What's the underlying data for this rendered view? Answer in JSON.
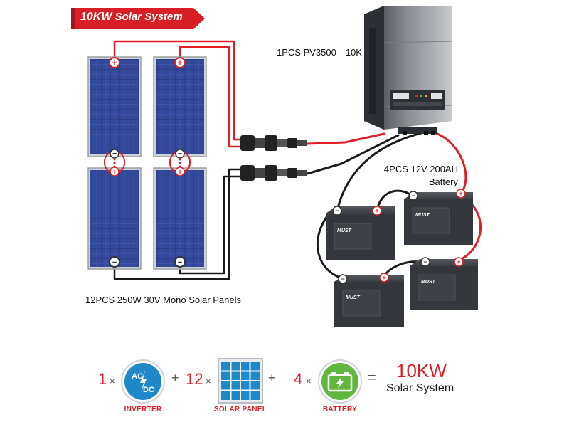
{
  "banner": {
    "title": "10KW",
    "subtitle": "Solar System"
  },
  "inverter": {
    "label": "1PCS PV3500---10K"
  },
  "battery_bank": {
    "label_line1": "4PCS 12V 200AH",
    "label_line2": "Battery",
    "brand": "MUST"
  },
  "panels": {
    "label": "12PCS 250W 30V Mono Solar Panels"
  },
  "formula": {
    "inverter": {
      "qty": "1",
      "times": "×",
      "caption": "INVERTER",
      "icon_text_top": "AC",
      "icon_text_bottom": "DC"
    },
    "plus1": "+",
    "panel": {
      "qty": "12",
      "times": "×",
      "caption": "SOLAR PANEL"
    },
    "plus2": "+",
    "battery": {
      "qty": "4",
      "times": "×",
      "caption": "BATTERY"
    },
    "equals": "=",
    "result_main": "10KW",
    "result_sub": "Solar System"
  },
  "colors": {
    "accent": "#e01e26",
    "banner": "#d81f26",
    "panel_blue": "#2b3f8c",
    "inverter_body": "#6f7378",
    "battery_body": "#3a3d42",
    "icon_blue": "#1f88c9",
    "icon_green": "#5fb83d"
  }
}
